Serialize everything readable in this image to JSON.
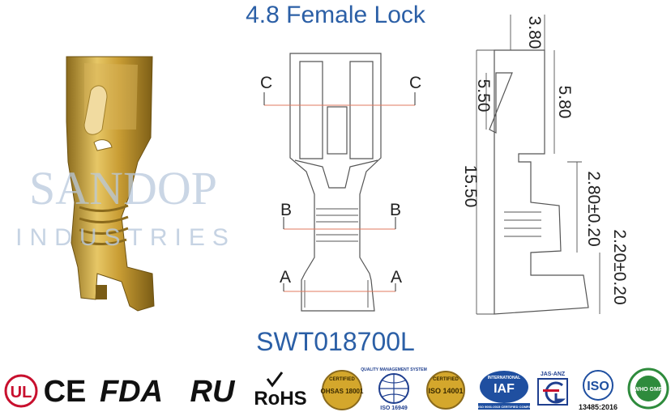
{
  "title": "4.8 Female Lock",
  "part_number": "SWT018700L",
  "watermark": {
    "brand": "SANDOP",
    "sub": "INDUSTRIES"
  },
  "section_labels": {
    "c": "C",
    "b": "B",
    "a": "A"
  },
  "dimensions": {
    "top_width": "3.80",
    "lock_height": "5.50",
    "upper_length": "5.80",
    "total_length": "15.50",
    "mid_length": "2.80±0.20",
    "lower_length": "2.20±0.20"
  },
  "certifications": {
    "ul": "UL",
    "ce": "CE",
    "fda": "FDA",
    "ru": "RU",
    "rohs": "RoHS",
    "ohsas_top": "CERTIFIED",
    "ohsas": "OHSAS 18001",
    "qms_top": "QUALITY MANAGEMENT SYSTEM",
    "qms_bottom": "ISO 16949",
    "iso14001_top": "CERTIFIED",
    "iso14001": "ISO 14001",
    "iaf_top": "INTERNATIONAL",
    "iaf": "IAF",
    "iaf_bottom": "AN ISO 9001:2015 CERTIFIED COMPANY",
    "jasanz": "JAS-ANZ",
    "iso13485_top": "ISO",
    "iso13485": "13485:2016",
    "whogmp": "WHO GMP"
  },
  "colors": {
    "title": "#2b5fa6",
    "brass": "#c9a23c",
    "outline": "#555555",
    "section_line": "#e07a5f"
  }
}
